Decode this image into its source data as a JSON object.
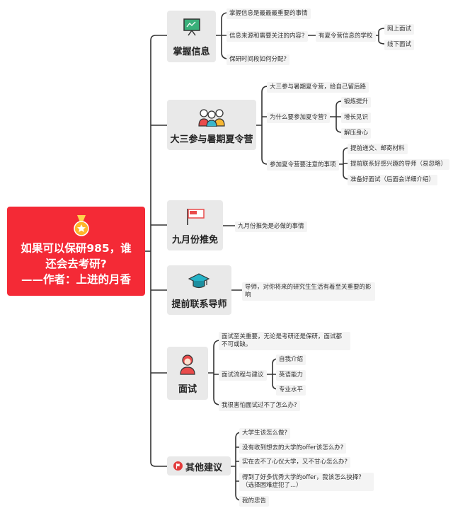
{
  "root": {
    "lines": [
      "如果可以保研985，谁",
      "还会去考研?",
      "——作者：上进的月香"
    ],
    "icon": "medal-icon"
  },
  "colors": {
    "root": "#f42a36",
    "topic_bg": "#e9e9e9",
    "line": "#333333"
  },
  "topics": [
    {
      "label": "掌握信息",
      "icon": "presentation-board-icon",
      "children": [
        "掌握信息是最最最重要的事情",
        "信息来源和需要关注的内容?",
        "保研时间段如何分配?"
      ],
      "sub": {
        "label": "有夏令营信息的学校",
        "children": [
          "网上面试",
          "线下面试"
        ]
      }
    },
    {
      "label": "大三参与暑期夏令营",
      "icon": "group-people-icon",
      "children": [
        "大三参与暑期夏令营，给自己留后路",
        "为什么要参加夏令营?",
        "参加夏令营要注意的事项"
      ],
      "why": [
        "锻炼提升",
        "增长见识",
        "解压身心"
      ],
      "notes": [
        "提前递交、邮寄材料",
        "提前联系好感兴趣的导师（易忽略）",
        "准备好面试（后面会详细介绍）"
      ]
    },
    {
      "label": "九月份推免",
      "icon": "flag-icon",
      "children": [
        "九月份推免是必做的事情"
      ]
    },
    {
      "label": "提前联系导师",
      "icon": "graduation-cap-icon",
      "children": [
        "导师，对你将来的研究生生活有着至关重要的影响"
      ]
    },
    {
      "label": "面试",
      "icon": "interviewer-icon",
      "children": [
        "面试至关重要，无论是考研还是保研，面试都不可或缺。",
        "面试流程与建议",
        "我很害怕面试过不了怎么办?"
      ],
      "flow": [
        "自我介绍",
        "英语能力",
        "专业水平"
      ]
    },
    {
      "label": "其他建议",
      "icon": "red-flag-badge-icon",
      "children": [
        "大学生该怎么做?",
        "没有收到想去的大学的offer该怎么办?",
        "实在去不了心仪大学，又不甘心怎么办?",
        "得到了好多优秀大学的offer，我该怎么抉择？（选择困难症犯了...）",
        "我的忠告"
      ]
    }
  ]
}
